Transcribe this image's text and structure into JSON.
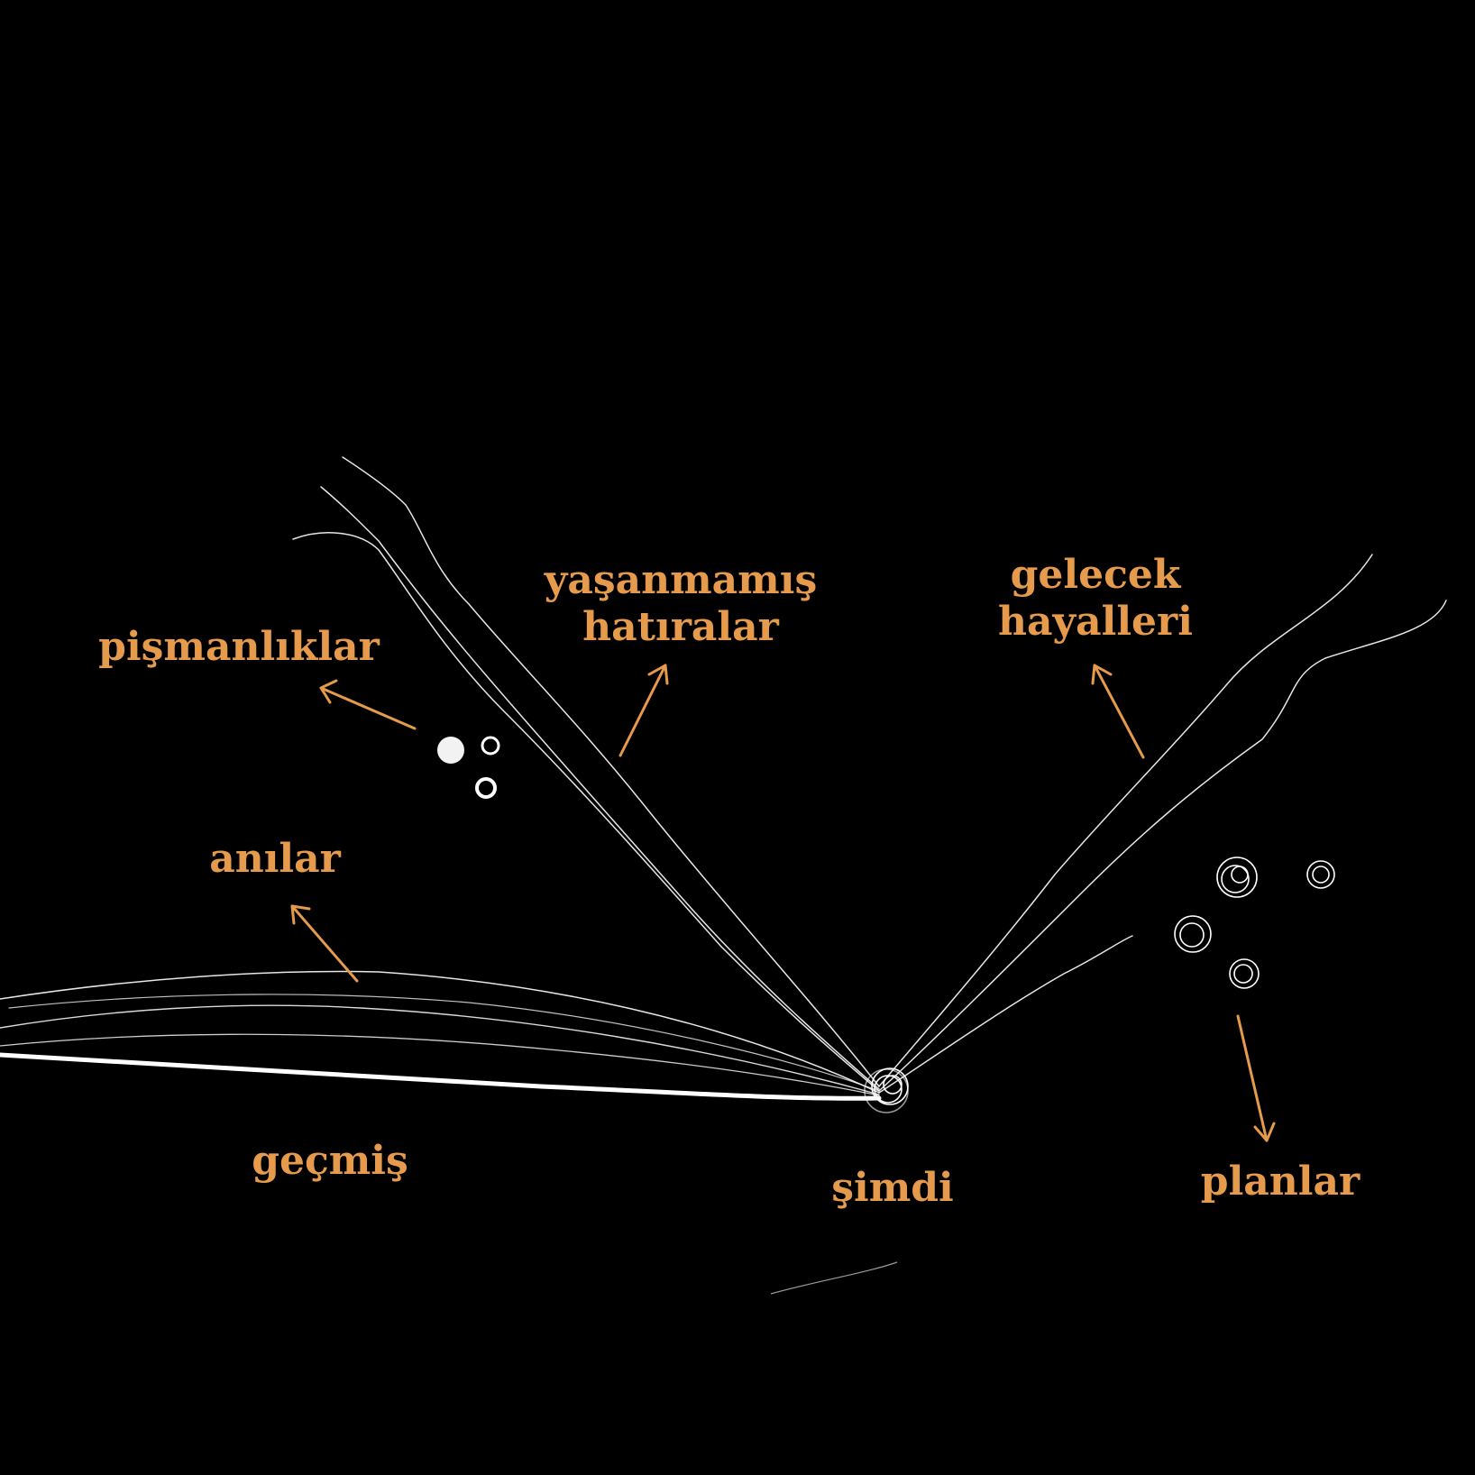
{
  "colors": {
    "background": "#000000",
    "label": "#e59a4c",
    "sketch": "#ffffff"
  },
  "labels": {
    "pismanliklar": "pişmanlıklar",
    "yasanmamis_line1": "yaşanmamış",
    "yasanmamis_line2": "hatıralar",
    "gelecek_line1": "gelecek",
    "gelecek_line2": "hayalleri",
    "anilar": "anılar",
    "gecmis": "geçmiş",
    "simdi": "şimdi",
    "planlar": "planlar"
  }
}
